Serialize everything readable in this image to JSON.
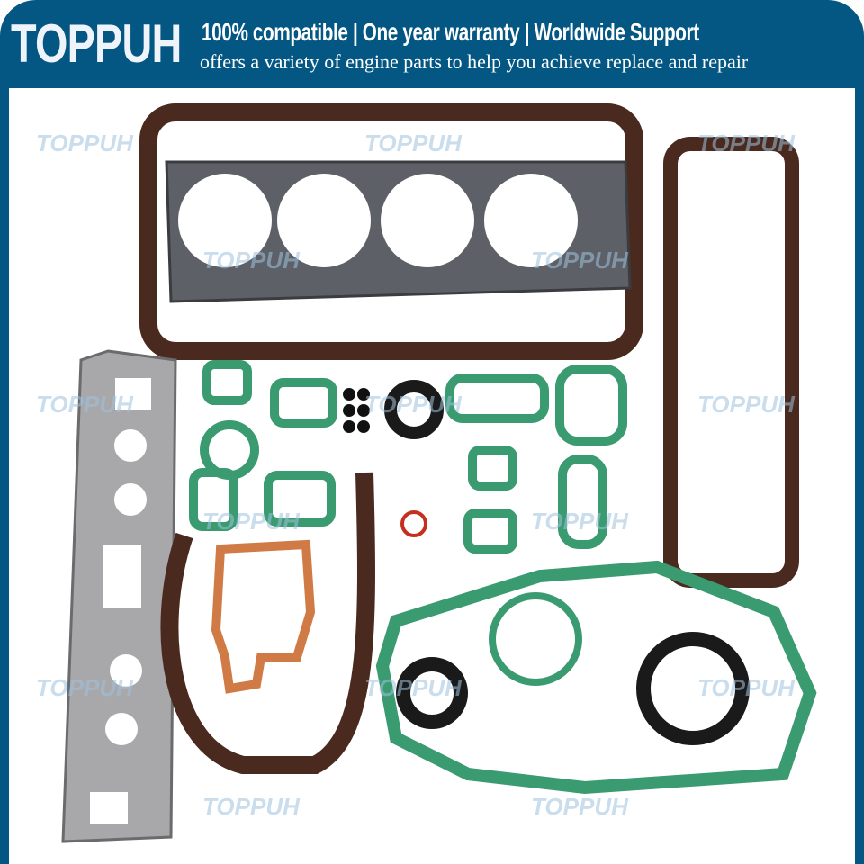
{
  "banner": {
    "brand": "TOPPUH",
    "tagline": "100% compatible | One year warranty | Worldwide Support",
    "subline": "offers a variety of engine parts to help you achieve replace and repair",
    "color": "#045683"
  },
  "watermark": {
    "text": "TOPPUH",
    "color": "#9fc3e0"
  },
  "product": {
    "description_icon": "engine-gasket-kit-photo"
  }
}
